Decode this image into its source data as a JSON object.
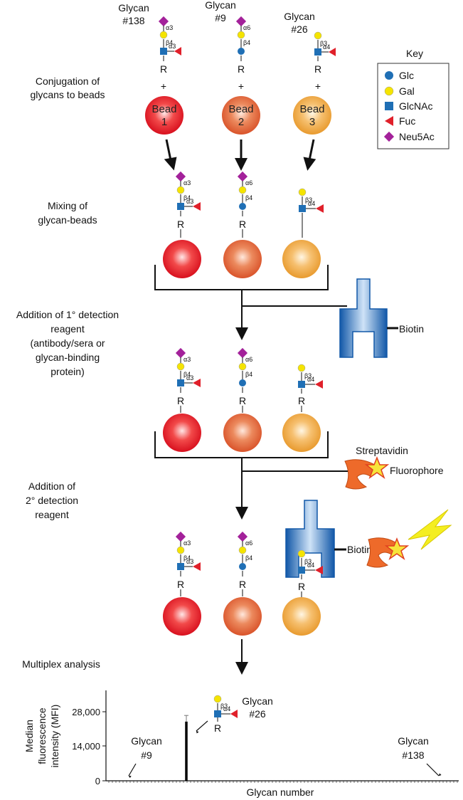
{
  "glycans": [
    {
      "line1": "Glycan",
      "line2": "#138",
      "links": [
        "α3",
        "β4",
        "α3"
      ]
    },
    {
      "line1": "Glycan",
      "line2": "#9",
      "links": [
        "α6",
        "β4"
      ]
    },
    {
      "line1": "Glycan",
      "line2": "#26",
      "links": [
        "β3",
        "α4"
      ]
    }
  ],
  "r_label": "R",
  "plus": "+",
  "beads": [
    {
      "word": "Bead",
      "num": "1",
      "color": "#e8202a"
    },
    {
      "word": "Bead",
      "num": "2",
      "color": "#e66a3a"
    },
    {
      "word": "Bead",
      "num": "3",
      "color": "#f0a43c"
    }
  ],
  "key": {
    "title": "Key",
    "items": [
      {
        "label": "Glc",
        "shape": "circle",
        "color": "#1f6fb5"
      },
      {
        "label": "Gal",
        "shape": "circle",
        "color": "#f5e400"
      },
      {
        "label": "GlcNAc",
        "shape": "square",
        "color": "#1f6fb5"
      },
      {
        "label": "Fuc",
        "shape": "triangle",
        "color": "#e0202a"
      },
      {
        "label": "Neu5Ac",
        "shape": "diamond",
        "color": "#a3219a"
      }
    ]
  },
  "steps": {
    "conjugation": [
      "Conjugation of",
      "glycans to beads"
    ],
    "mixing": [
      "Mixing of",
      "glycan-beads"
    ],
    "primary": [
      "Addition of 1° detection",
      "reagent",
      "(antibody/sera or",
      "glycan-binding",
      "protein)"
    ],
    "secondary": [
      "Addition of",
      "2° detection",
      "reagent"
    ],
    "multiplex": "Multiplex analysis"
  },
  "reagents": {
    "biotin": "Biotin",
    "streptavidin": "Streptavidin",
    "fluorophore": "Fluorophore"
  },
  "chart_data": {
    "type": "bar",
    "ylabel": [
      "Median",
      "fluorescence",
      "intensity (MFI)"
    ],
    "xlabel": "Glycan number",
    "yticks": [
      "28,000",
      "14,000",
      "0"
    ],
    "ylim": [
      0,
      35000
    ],
    "bars": [
      {
        "glycan": "#26",
        "value": 24000,
        "error": 2500
      },
      {
        "glycan": "#9",
        "value": 150
      },
      {
        "glycan": "#138",
        "value": 150
      }
    ],
    "annotations": [
      {
        "line1": "Glycan",
        "line2": "#26"
      },
      {
        "line1": "Glycan",
        "line2": "#9"
      },
      {
        "line1": "Glycan",
        "line2": "#138"
      }
    ]
  }
}
